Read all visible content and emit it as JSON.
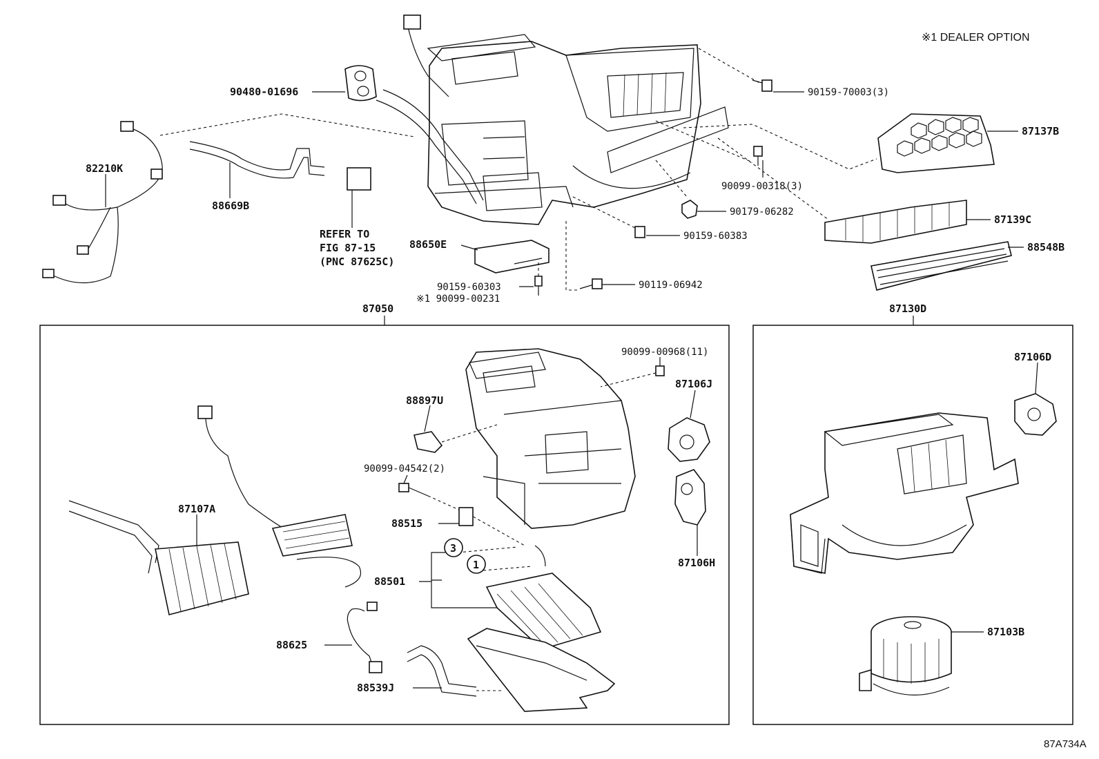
{
  "diagram": {
    "dealer_note": "※1 DEALER OPTION",
    "figure_code": "87A734A",
    "group_labels": {
      "left_box": "87050",
      "right_box": "87130D"
    },
    "parts": {
      "p9048001696": "90480-01696",
      "p82210K": "82210K",
      "p88669B": "88669B",
      "p88650E": "88650E",
      "p9015960303": "90159-60303",
      "p9009900231": "※1 90099-00231",
      "p9011906942": "90119-06942",
      "p9015960383": "90159-60383",
      "p9017906282": "90179-06282",
      "p9009900318": "90099-00318(3)",
      "p9015970003": "90159-70003(3)",
      "p87137B": "87137B",
      "p87139C": "87139C",
      "p88548B": "88548B",
      "p9009900968": "90099-00968(11)",
      "p88897U": "88897U",
      "p87106J": "87106J",
      "p9009904542": "90099-04542(2)",
      "p87107A": "87107A",
      "p88515": "88515",
      "p88501": "88501",
      "p87106H": "87106H",
      "p88625": "88625",
      "p88539J": "88539J",
      "p87106D": "87106D",
      "p87103B": "87103B"
    },
    "refer_note": {
      "line1": "REFER TO",
      "line2": "FIG 87-15",
      "line3": "(PNC 87625C)"
    },
    "circle_markers": {
      "m3": "3",
      "m1": "1"
    }
  }
}
